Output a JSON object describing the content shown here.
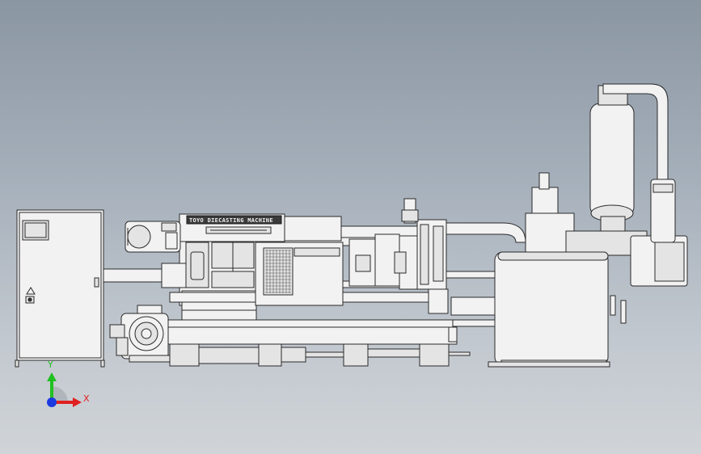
{
  "viewport": {
    "background_top": "#8b96a3",
    "background_bottom": "#d0d4d8",
    "model_color": "#f2f2f2",
    "edge_color": "#2a2a2a"
  },
  "nameplate": {
    "text": "TOYO DIECASTING MACHINE"
  },
  "triad": {
    "x_label": "X",
    "y_label": "Y",
    "x_color": "#e02020",
    "y_color": "#20c020",
    "origin_color": "#1a3adf"
  }
}
